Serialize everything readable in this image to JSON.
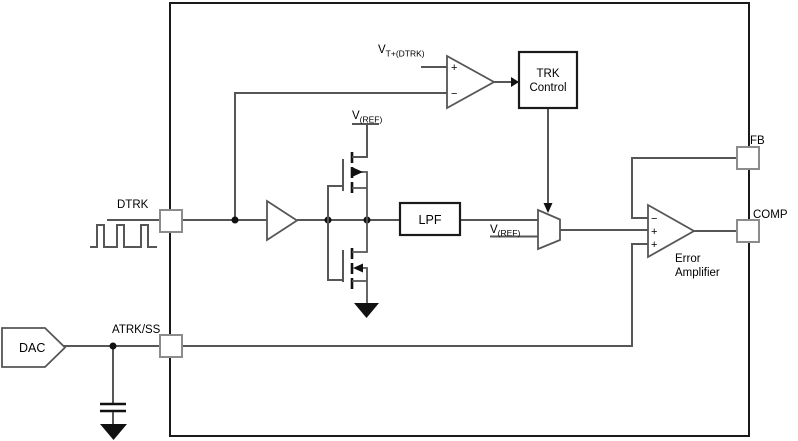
{
  "diagram": {
    "type": "block-schematic",
    "description": "Tracking (DTRK/ATRK) control block diagram of a power-supply IC",
    "pins": {
      "dtrk": "DTRK",
      "atrk_ss": "ATRK/SS",
      "fb": "FB",
      "comp": "COMP"
    },
    "blocks": {
      "dac": "DAC",
      "trk_control": {
        "line1": "TRK",
        "line2": "Control"
      },
      "lpf": "LPF",
      "error_amplifier": {
        "line1": "Error",
        "line2": "Amplifier"
      }
    },
    "signals": {
      "vt_plus_dtrk": {
        "base": "V",
        "sub": "T+(DTRK)"
      },
      "vref_top": {
        "base": "V",
        "sub": "(REF)"
      },
      "vref_mux": {
        "base": "V",
        "sub": "(REF)"
      }
    },
    "op_signs": {
      "comparator_plus": "+",
      "comparator_minus": "−",
      "ea_minus": "−",
      "ea_plus_mid": "+",
      "ea_plus_bottom": "+"
    },
    "colors": {
      "wire": "#565656",
      "outline": "#1a1a1a",
      "pin_border": "#8c8c8c",
      "background": "#ffffff",
      "text": "#000000",
      "fill_solid": "#111111"
    }
  }
}
